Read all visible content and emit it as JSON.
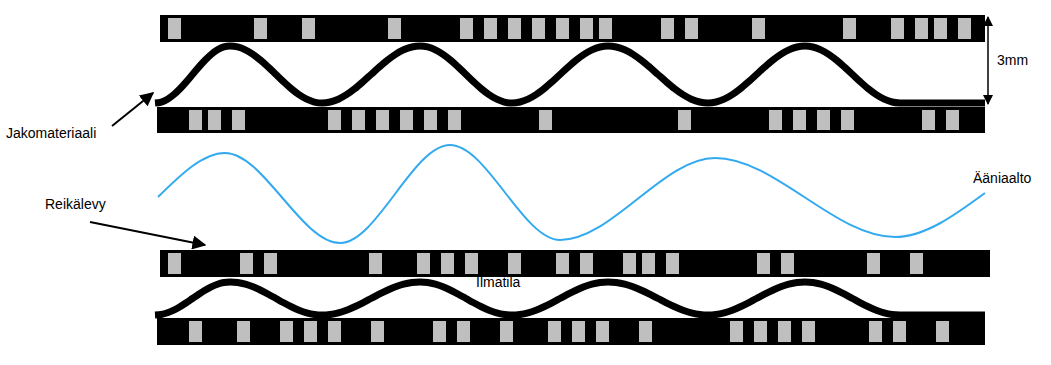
{
  "diagram": {
    "labels": [
      "Jakomateriaali",
      "3mm",
      "Reikälevy",
      "Ääniaalto",
      "Ilmatila"
    ]
  }
}
